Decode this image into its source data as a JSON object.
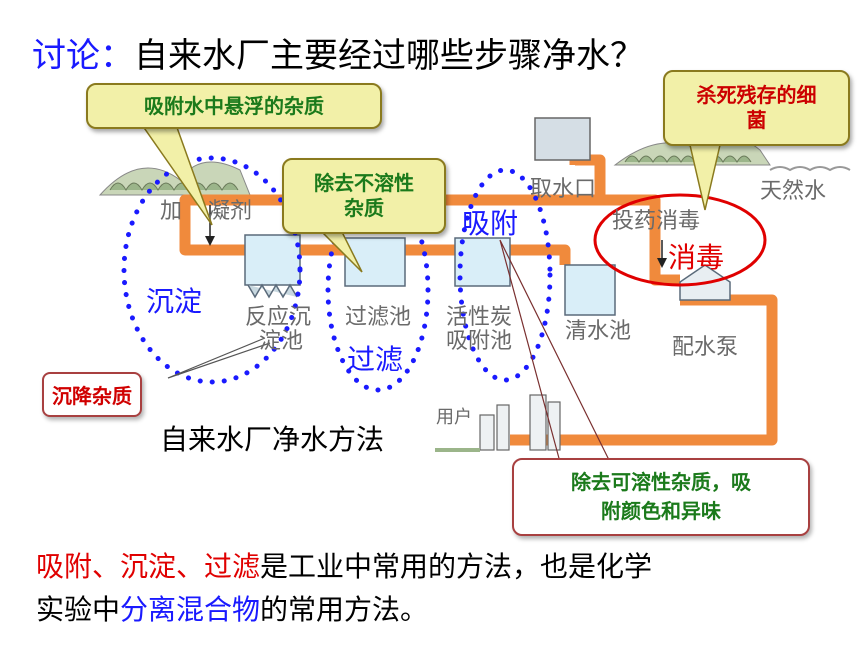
{
  "title": {
    "prefix": "讨论：",
    "text": "自来水厂主要经过哪些步骤净水？"
  },
  "plant_labels": {
    "coagulant": "加",
    "coagulant_rest": "凝剂",
    "intake": "取水口",
    "natural_water": "天然水",
    "dosing": "投药消",
    "dosing_rest": "毒",
    "reaction_tank_1": "反应沉",
    "reaction_tank_2": "淀池",
    "filter_tank": "过滤池",
    "carbon_tank_1": "活性炭",
    "carbon_tank_2": "吸附池",
    "clear_tank": "清水池",
    "pump": "配水泵",
    "user": "用户"
  },
  "steps": {
    "sediment": "沉淀",
    "filter": "过滤",
    "adsorb": "吸附",
    "disinfect": "消毒"
  },
  "callouts": {
    "adsorb_suspended": "吸附水中悬浮的杂质",
    "remove_insoluble_1": "除去不溶性",
    "remove_insoluble_2": "杂质",
    "kill_bacteria_1": "杀死残存的细",
    "kill_bacteria_2": "菌",
    "settle_impurities": "沉降杂质",
    "remove_soluble_1": "除去可溶性杂质，吸",
    "remove_soluble_2": "附颜色和异味"
  },
  "caption": "自来水厂净水方法",
  "summary": {
    "methods": "吸附、沉淀、过滤",
    "line1_rest": "是工业中常用的方法，也是化学",
    "line2_prefix": "实验中",
    "separate": "分离混合物",
    "line2_rest": "的常用方法。"
  },
  "colors": {
    "pipe": "#f08a3c",
    "accent_blue": "#1a1aff",
    "accent_red": "#e00000",
    "callout_fill": "#f2f0a8"
  }
}
